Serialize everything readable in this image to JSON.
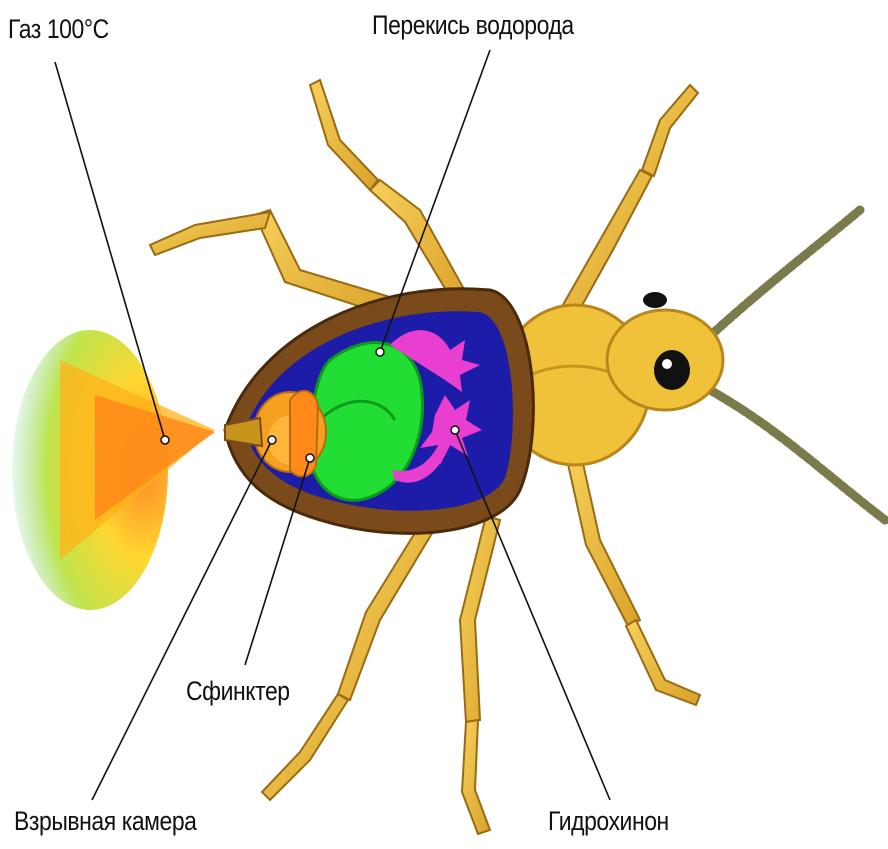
{
  "labels": {
    "gas": "Газ 100°C",
    "peroxide": "Перекись водорода",
    "sphincter": "Сфинктер",
    "chamber": "Взрывная камера",
    "hydroquinone": "Гидрохинон"
  },
  "colors": {
    "body": "#f0c23a",
    "body_dark": "#c8951c",
    "shell": "#7a4a1a",
    "cavity": "#1c1ca8",
    "sac": "#22dd33",
    "gland": "#e83fd0",
    "chamber": "#f5a020",
    "spray": "#ff8a1a"
  }
}
